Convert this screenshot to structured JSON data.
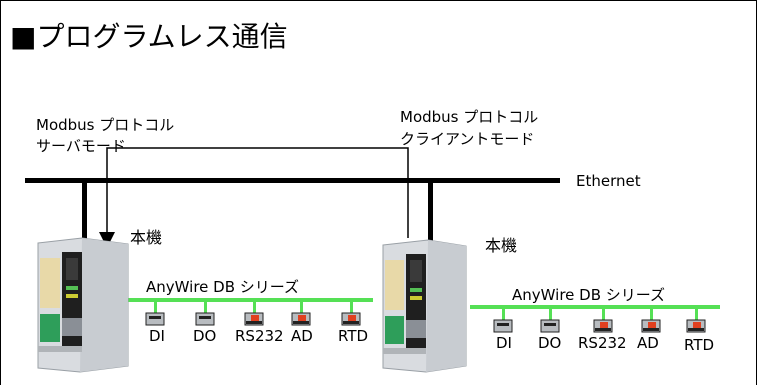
{
  "title": "■プログラムレス通信",
  "server": {
    "protocol_line1": "Modbus プロトコル",
    "protocol_line2": "サーバモード",
    "device_label": "本機"
  },
  "client": {
    "protocol_line1": "Modbus プロトコル",
    "protocol_line2": "クライアントモード",
    "device_label": "本機"
  },
  "network_label": "Ethernet",
  "left_bus": {
    "label": "AnyWire DB シリーズ",
    "modules": [
      "DI",
      "DO",
      "RS232",
      "AD",
      "RTD"
    ]
  },
  "right_bus": {
    "label": "AnyWire DB シリーズ",
    "modules": [
      "DI",
      "DO",
      "RS232",
      "AD",
      "RTD"
    ]
  },
  "colors": {
    "bus_green": "#55e055",
    "device_body": "#d9dce0",
    "device_panel": "#1f1f1f",
    "connector_green": "#2e9e5a",
    "module_red": "#e04020",
    "module_gray": "#b8bcc0"
  }
}
